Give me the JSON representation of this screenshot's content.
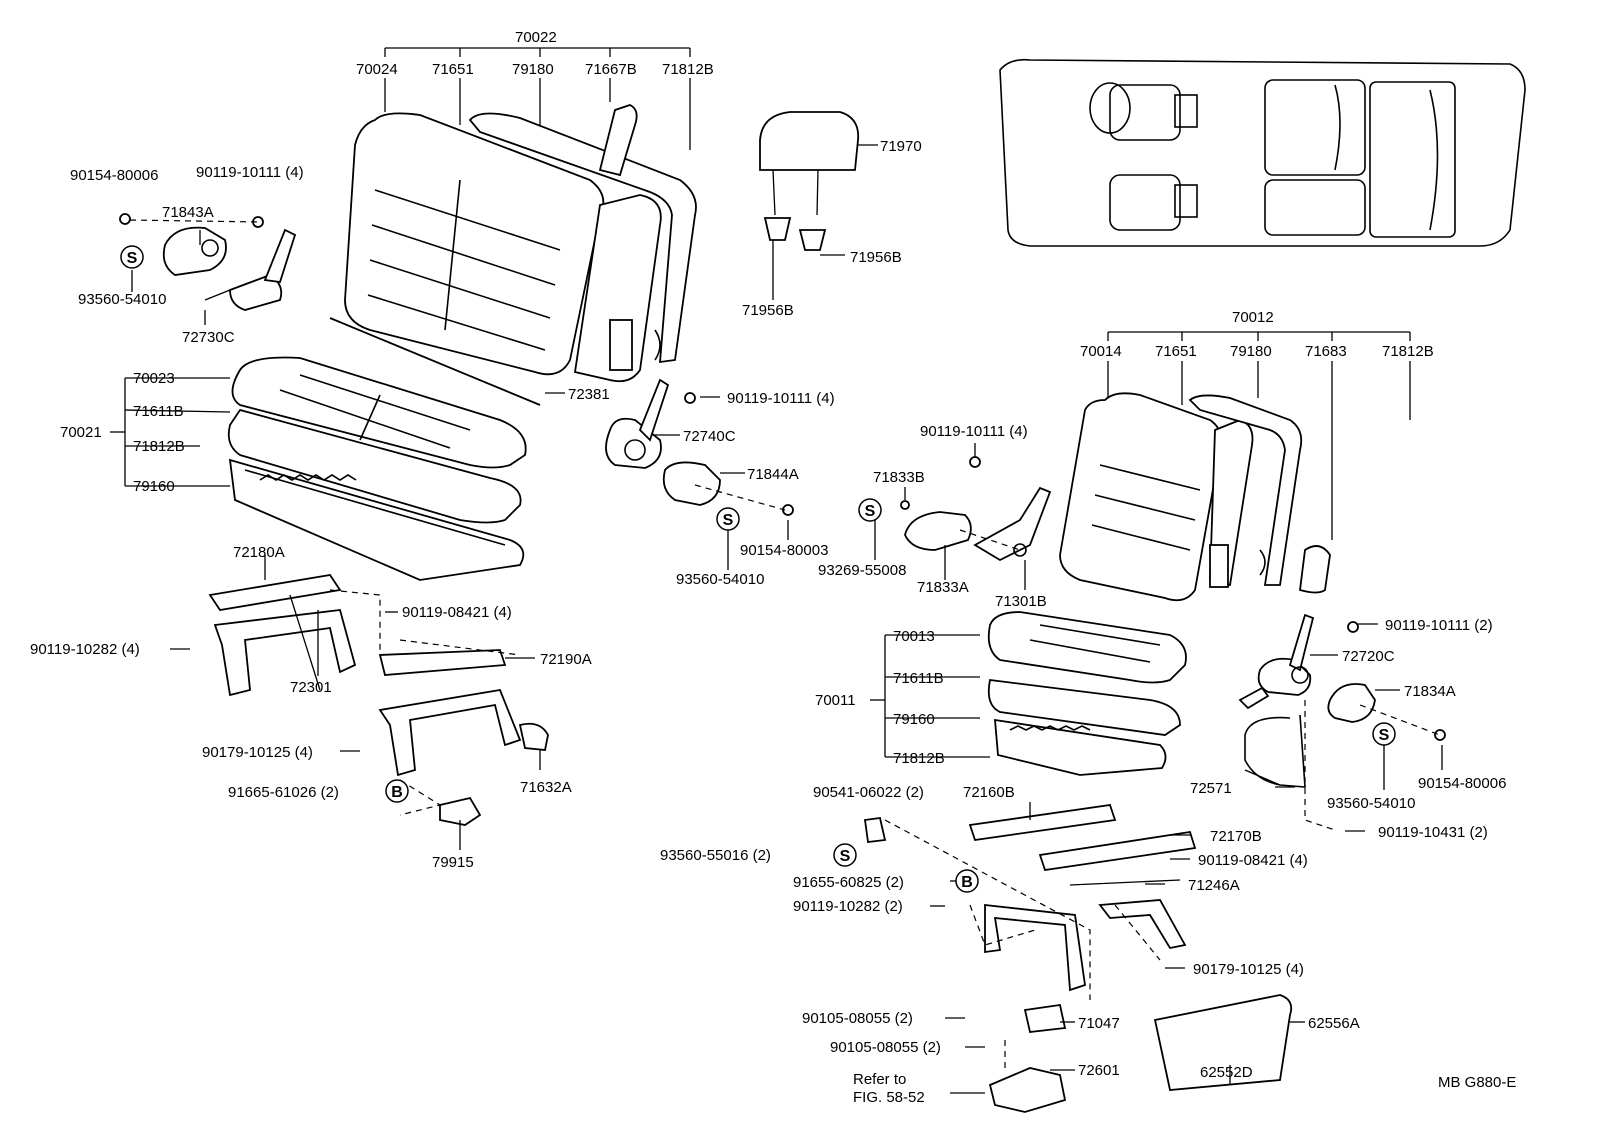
{
  "labels": {
    "p70022": "70022",
    "p70024": "70024",
    "p71651a": "71651",
    "p79180a": "79180",
    "p71667b": "71667B",
    "p71812b_a": "71812B",
    "p71970": "71970",
    "p71956b_a": "71956B",
    "p71956b_b": "71956B",
    "p90154_80006_a": "90154-80006",
    "p90119_10111_a": "90119-10111 (4)",
    "p71843a": "71843A",
    "p93560_54010_a": "93560-54010",
    "p72730c": "72730C",
    "p70023": "70023",
    "p71611b_a": "71611B",
    "p70021": "70021",
    "p71812b_b": "71812B",
    "p79160_a": "79160",
    "p72381": "72381",
    "p90119_10111_b": "90119-10111 (4)",
    "p72740c": "72740C",
    "p71844a": "71844A",
    "p90154_80003": "90154-80003",
    "p93560_54010_b": "93560-54010",
    "p72180a": "72180A",
    "p90119_08421_a": "90119-08421 (4)",
    "p90119_10282_a": "90119-10282 (4)",
    "p72301": "72301",
    "p72190a": "72190A",
    "p90179_10125_a": "90179-10125 (4)",
    "p71632a": "71632A",
    "p91665_61026": "91665-61026 (2)",
    "p79915": "79915",
    "p70012": "70012",
    "p70014": "70014",
    "p71651b": "71651",
    "p79180b": "79180",
    "p71683": "71683",
    "p71812b_c": "71812B",
    "p90119_10111_c": "90119-10111 (4)",
    "p71833b": "71833B",
    "p93269_55008": "93269-55008",
    "p71833a": "71833A",
    "p71301b": "71301B",
    "p90119_10111_d": "90119-10111 (2)",
    "p72720c": "72720C",
    "p70013": "70013",
    "p71611b_b": "71611B",
    "p70011": "70011",
    "p79160_b": "79160",
    "p71812b_d": "71812B",
    "p71834a": "71834A",
    "p90154_80006_b": "90154-80006",
    "p93560_54010_c": "93560-54010",
    "p72571": "72571",
    "p90541_06022": "90541-06022 (2)",
    "p72160b": "72160B",
    "p72170b": "72170B",
    "p90119_10431": "90119-10431 (2)",
    "p93560_55016": "93560-55016 (2)",
    "p90119_08421_b": "90119-08421 (4)",
    "p91655_60825": "91655-60825 (2)",
    "p71246a": "71246A",
    "p90119_10282_b": "90119-10282 (2)",
    "p90179_10125_b": "90179-10125 (4)",
    "p90105_08055_a": "90105-08055 (2)",
    "p71047": "71047",
    "p62556a": "62556A",
    "p90105_08055_b": "90105-08055 (2)",
    "p72601": "72601",
    "p62552d": "62552D",
    "refer1": "Refer to",
    "refer2": "FIG. 58-52",
    "code": "MB G880-E"
  },
  "symbols": {
    "s": "S",
    "b": "B"
  }
}
